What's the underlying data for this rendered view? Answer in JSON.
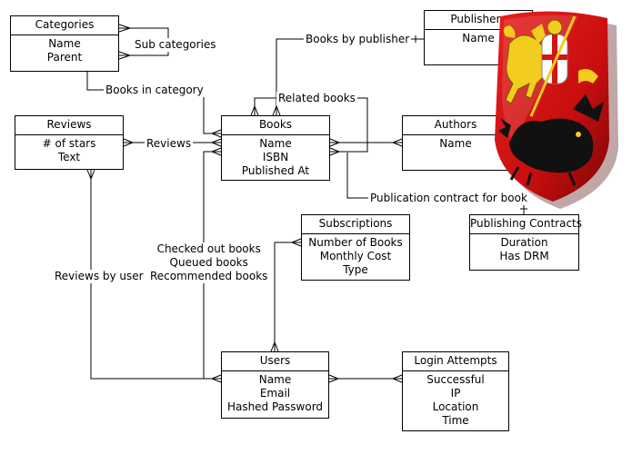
{
  "entities": {
    "categories": {
      "title": "Categories",
      "attrs": [
        "Name",
        "Parent"
      ]
    },
    "publishers": {
      "title": "Publishers",
      "attrs": [
        "Name"
      ]
    },
    "reviews": {
      "title": "Reviews",
      "attrs": [
        "# of stars",
        "Text"
      ]
    },
    "books": {
      "title": "Books",
      "attrs": [
        "Name",
        "ISBN",
        "Published At"
      ]
    },
    "authors": {
      "title": "Authors",
      "attrs": [
        "Name"
      ]
    },
    "subscriptions": {
      "title": "Subscriptions",
      "attrs": [
        "Number of Books",
        "Monthly Cost",
        "Type"
      ]
    },
    "publishing_contracts": {
      "title": "Publishing Contracts",
      "attrs": [
        "Duration",
        "Has DRM"
      ]
    },
    "users": {
      "title": "Users",
      "attrs": [
        "Name",
        "Email",
        "Hashed Password"
      ]
    },
    "login_attempts": {
      "title": "Login Attempts",
      "attrs": [
        "Successful",
        "IP",
        "Location",
        "Time"
      ]
    }
  },
  "relationships": {
    "sub_categories": "Sub categories",
    "books_by_publisher": "Books by publisher",
    "books_in_category": "Books in category",
    "related_books": "Related books",
    "reviews": "Reviews",
    "publication_contract": "Publication contract for book",
    "checked_out_books": "Checked out books",
    "queued_books": "Queued books",
    "recommended_books": "Recommended books",
    "reviews_by_user": "Reviews by user"
  },
  "logo": {
    "name": "heraldic-shield-logo",
    "colors": {
      "field": "#d41414",
      "field_dark": "#8e0808",
      "gold": "#f2cc1e",
      "black": "#111111",
      "white": "#ffffff"
    }
  }
}
